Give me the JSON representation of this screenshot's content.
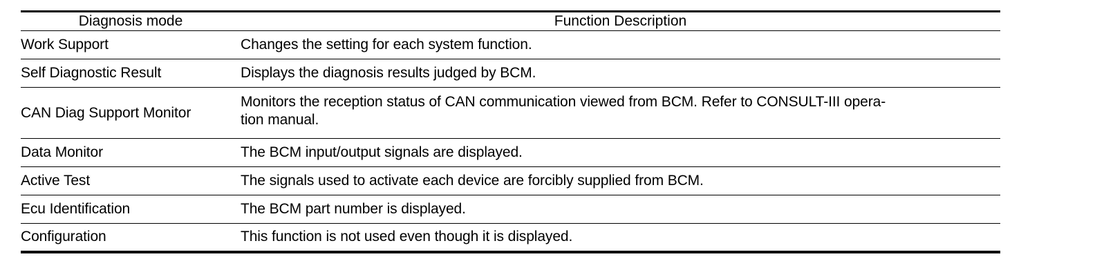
{
  "table": {
    "columns": [
      {
        "key": "mode",
        "header": "Diagnosis mode",
        "align": "center"
      },
      {
        "key": "description",
        "header": "Function Description",
        "align": "center"
      }
    ],
    "rows": [
      {
        "mode": "Work Support",
        "description": "Changes the setting for each system function.",
        "lines": [
          "Changes the setting for each system function."
        ],
        "tall": false
      },
      {
        "mode": "Self Diagnostic Result",
        "description": "Displays the diagnosis results judged by BCM.",
        "lines": [
          "Displays the diagnosis results judged by BCM."
        ],
        "tall": false
      },
      {
        "mode": "CAN Diag Support Monitor",
        "description": "Monitors the reception status of CAN communication viewed from BCM. Refer to CONSULT-III operation manual.",
        "lines": [
          "Monitors the reception status of CAN communication viewed from BCM. Refer to CONSULT-III opera-",
          "tion manual."
        ],
        "tall": true
      },
      {
        "mode": "Data Monitor",
        "description": "The BCM input/output signals are displayed.",
        "lines": [
          "The BCM input/output signals are displayed."
        ],
        "tall": false
      },
      {
        "mode": "Active Test",
        "description": "The signals used to activate each device are forcibly supplied from BCM.",
        "lines": [
          "The signals used to activate each device are forcibly supplied from BCM."
        ],
        "tall": false
      },
      {
        "mode": "Ecu Identification",
        "description": "The BCM part number is displayed.",
        "lines": [
          "The BCM part number is displayed."
        ],
        "tall": false
      },
      {
        "mode": "Configuration",
        "description": "This function is not used even though it is displayed.",
        "lines": [
          "This function is not used even though it is displayed."
        ],
        "tall": false
      }
    ]
  },
  "style": {
    "text_color": "#000000",
    "rule_color": "#000000",
    "background": "#ffffff"
  }
}
